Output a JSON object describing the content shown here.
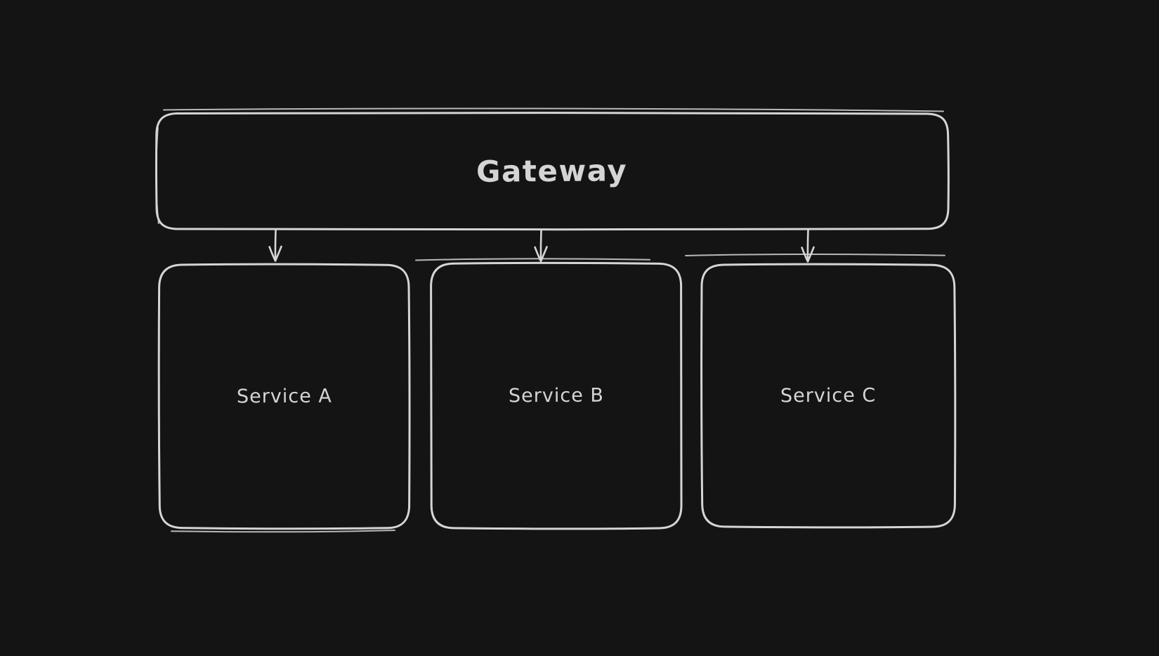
{
  "diagram": {
    "colors": {
      "bg": "#141414",
      "stroke": "#d5d5d5"
    },
    "nodes": [
      {
        "id": "gateway",
        "label": "Gateway",
        "type": "rectangle"
      },
      {
        "id": "service-a",
        "label": "Service A",
        "type": "rectangle"
      },
      {
        "id": "service-b",
        "label": "Service B",
        "type": "rectangle"
      },
      {
        "id": "service-c",
        "label": "Service C",
        "type": "rectangle"
      }
    ],
    "edges": [
      {
        "from": "gateway",
        "to": "service-a",
        "style": "arrow"
      },
      {
        "from": "gateway",
        "to": "service-b",
        "style": "arrow"
      },
      {
        "from": "gateway",
        "to": "service-c",
        "style": "arrow"
      }
    ]
  }
}
